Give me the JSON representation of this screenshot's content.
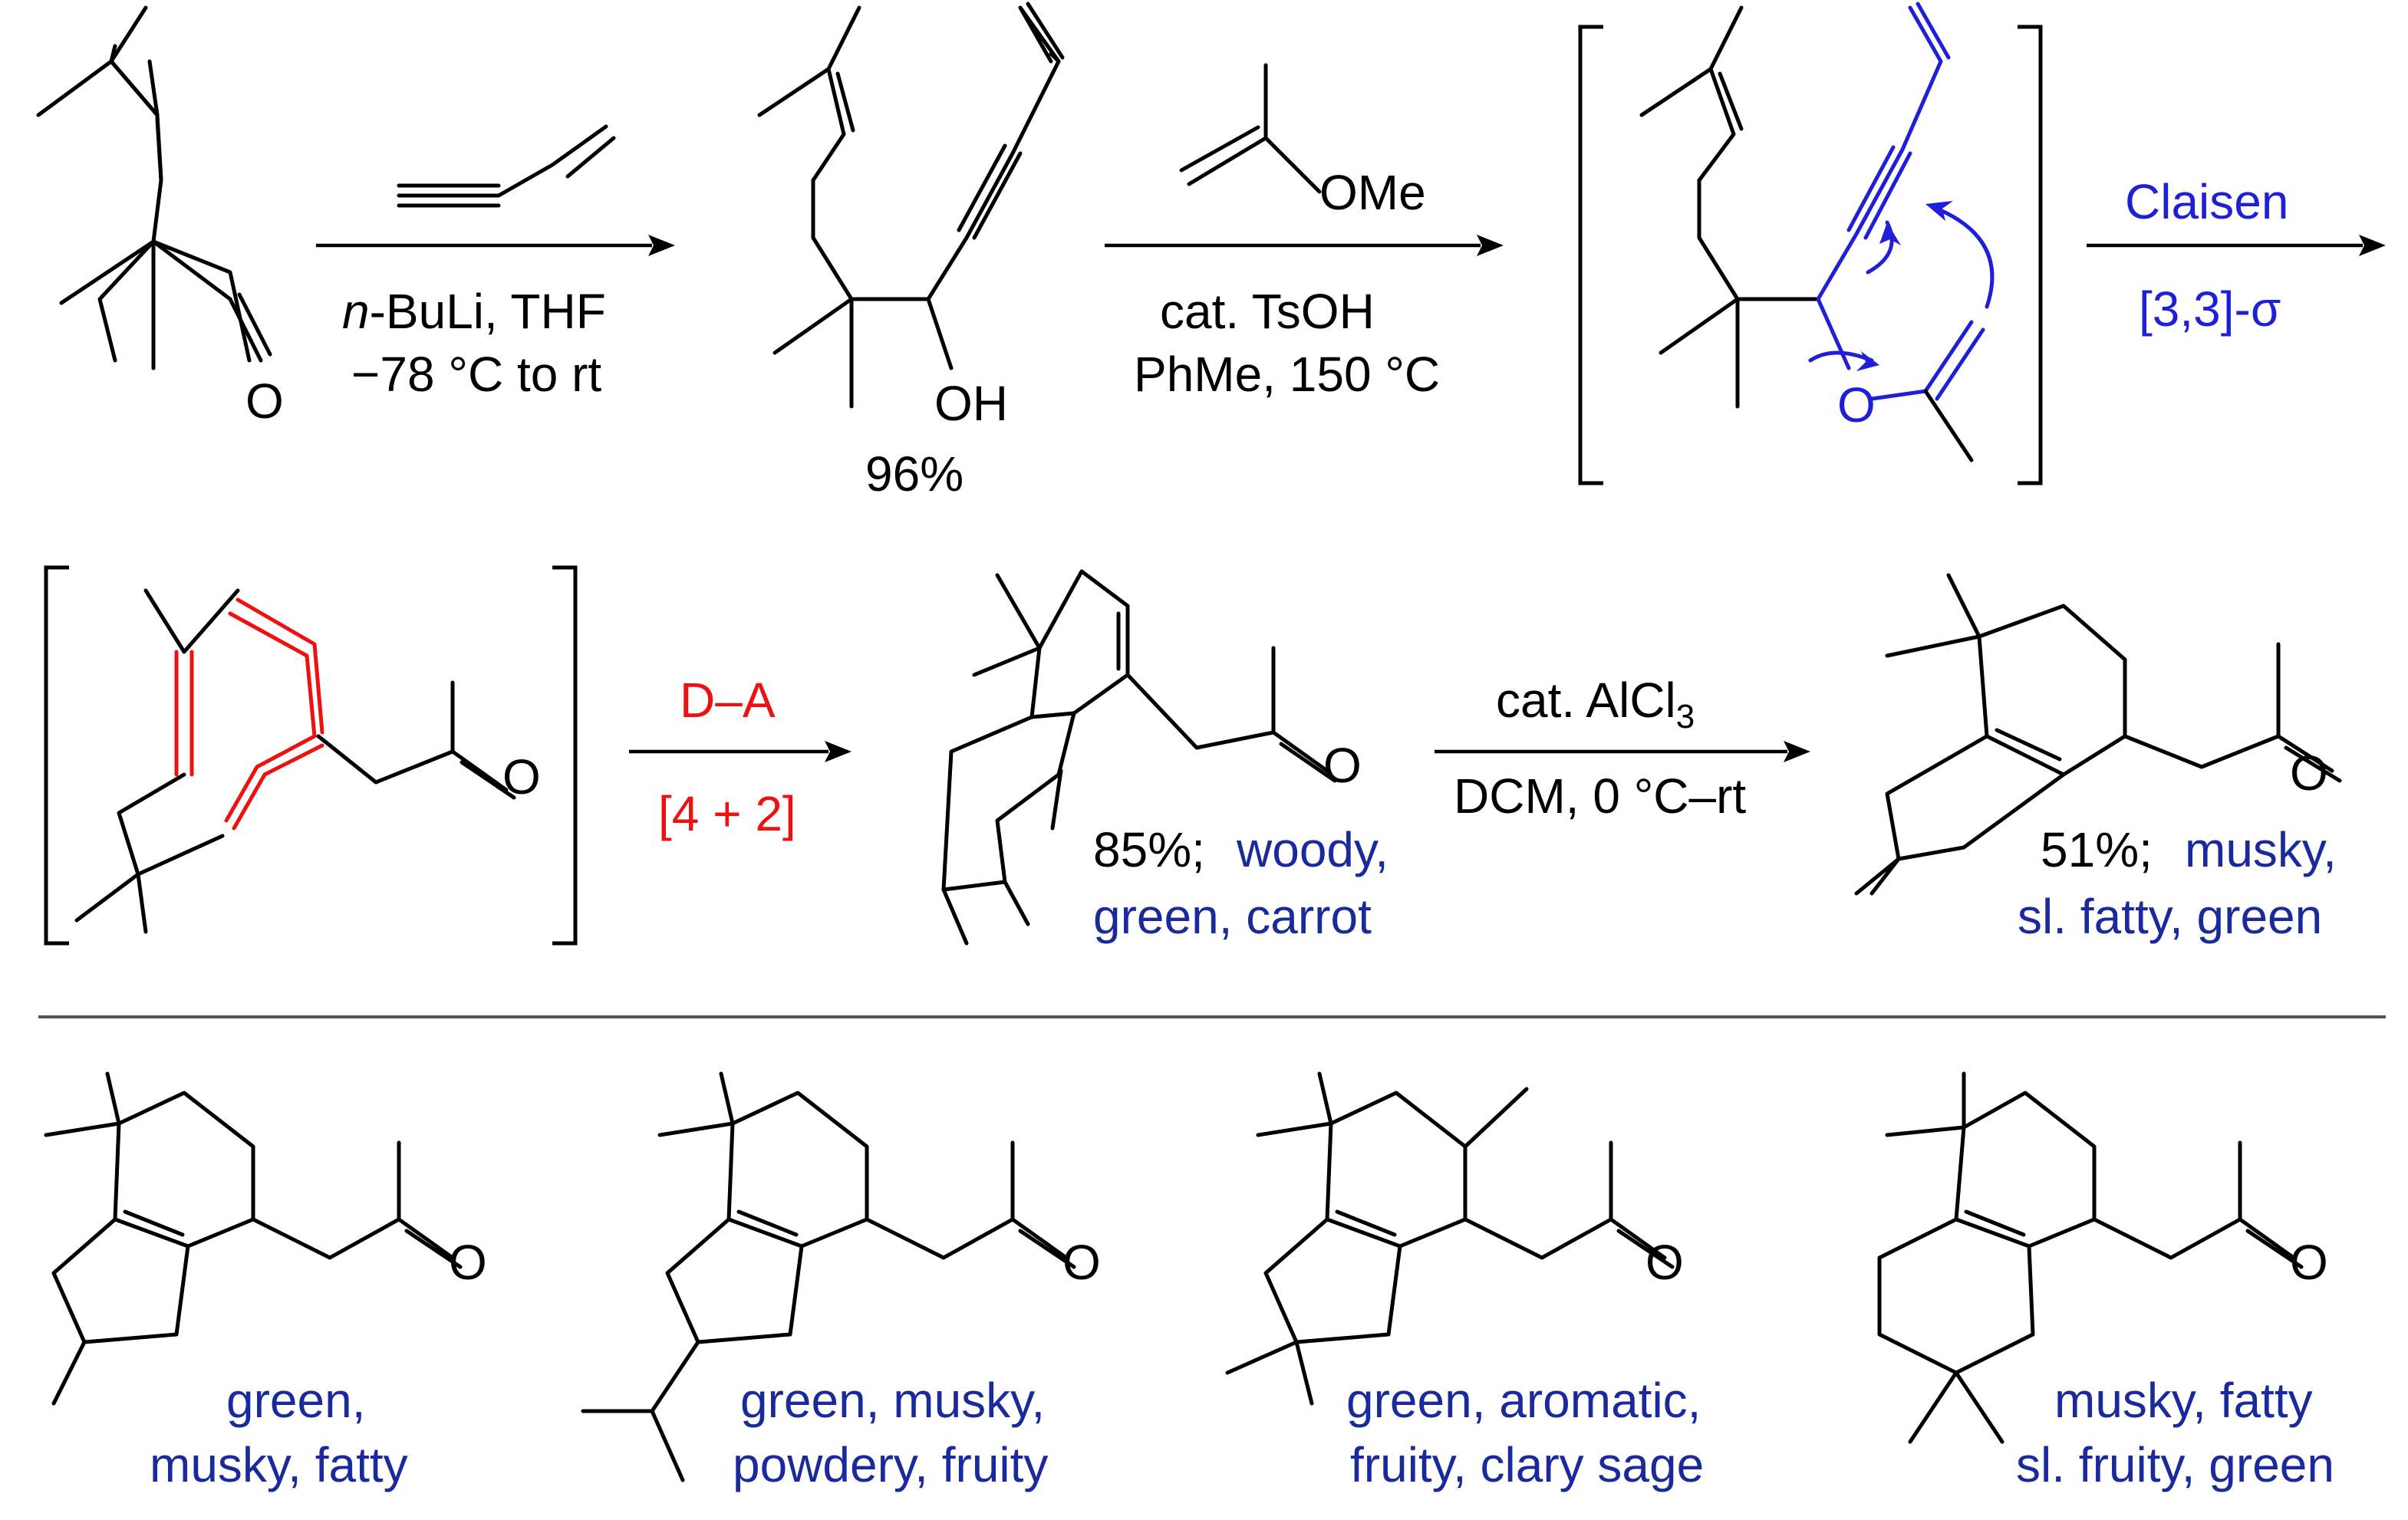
{
  "step1": {
    "reagent_top": "",
    "reagent_1_italic": "n",
    "reagent_1_rest": "-BuLi, THF",
    "reagent_2": "−78 °C to rt",
    "yield": "96%",
    "oh_label": "OH",
    "aldehyde_o": "O"
  },
  "step2": {
    "reagent_ome": "OMe",
    "reagent_1": "cat. TsOH",
    "reagent_2": "PhMe, 150 °C",
    "ether_o": "O"
  },
  "step3": {
    "label_1": "Claisen",
    "label_2": "[3,3]-σ"
  },
  "step4": {
    "label_1": "D–A",
    "label_2": "[4 + 2]",
    "ketone_o": "O"
  },
  "product_1": {
    "ketone_o": "O",
    "yield": "85%;",
    "odor_1": "woody,",
    "odor_2": "green, carrot"
  },
  "step5": {
    "reagent_1_main": "cat. AlCl",
    "reagent_1_sub": "3",
    "reagent_2": "DCM, 0 °C–rt"
  },
  "product_2": {
    "ketone_o": "O",
    "yield": "51%;",
    "odor_1": "musky,",
    "odor_2": "sl. fatty, green"
  },
  "analogs": [
    {
      "ketone_o": "O",
      "odor_1": "green,",
      "odor_2": "musky, fatty"
    },
    {
      "ketone_o": "O",
      "odor_1": "green, musky,",
      "odor_2": "powdery, fruity"
    },
    {
      "ketone_o": "O",
      "odor_1": "green, aromatic,",
      "odor_2": "fruity, clary sage"
    },
    {
      "ketone_o": "O",
      "odor_1": "musky, fatty",
      "odor_2": "sl. fruity, green"
    }
  ],
  "colors": {
    "text": "#000000",
    "highlight_blue": "#1f1fd8",
    "odor_navy": "#1a2a9c",
    "highlight_red": "#ee1111"
  }
}
